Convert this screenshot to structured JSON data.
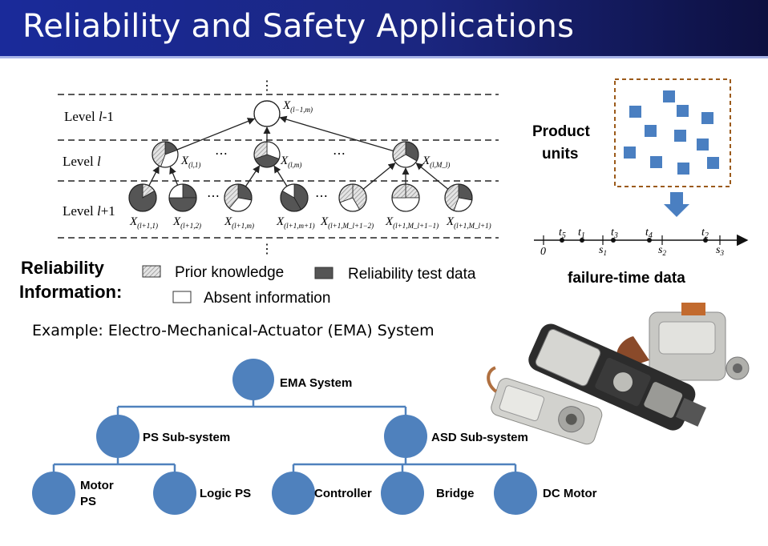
{
  "slide": {
    "title": "Reliability and Safety Applications"
  },
  "hierarchy": {
    "levels": [
      "Level l-1",
      "Level l",
      "Level l+1"
    ],
    "level_parts": [
      {
        "name": "Level ",
        "var": "l",
        "suffix": "-1"
      },
      {
        "name": "Level ",
        "var": "l",
        "suffix": ""
      },
      {
        "name": "Level ",
        "var": "l",
        "suffix": "+1"
      }
    ],
    "node_labels": {
      "top": {
        "var": "X",
        "sub": "(l−1,m)"
      },
      "mid": [
        {
          "var": "X",
          "sub": "(l,1)"
        },
        {
          "var": "X",
          "sub": "(l,m)"
        },
        {
          "var": "X",
          "sub": "(l,M_l)"
        }
      ],
      "bottom": [
        {
          "var": "X",
          "sub": "(l+1,1)"
        },
        {
          "var": "X",
          "sub": "(l+1,2)"
        },
        {
          "var": "X",
          "sub": "(l+1,m)"
        },
        {
          "var": "X",
          "sub": "(l+1,m+1)"
        },
        {
          "var": "X",
          "sub": "(l+1,M_l+1−2)"
        },
        {
          "var": "X",
          "sub": "(l+1,M_l+1−1)"
        },
        {
          "var": "X",
          "sub": "(l+1,M_l+1)"
        }
      ]
    },
    "ellipsis": "⋯",
    "vdots": "⋮"
  },
  "legend": {
    "heading_line1": "Reliability",
    "heading_line2": "Information:",
    "prior": "Prior knowledge",
    "test": "Reliability test data",
    "absent": "Absent information",
    "colors": {
      "prior_fill": "#d0d0d0",
      "test_fill": "#555555",
      "absent_fill": "#ffffff"
    }
  },
  "example": "Example: Electro-Mechanical-Actuator (EMA) System",
  "product": {
    "label_line1": "Product",
    "label_line2": "units",
    "square_color": "#4a7fc1",
    "box_border_color": "#9b5a1a"
  },
  "timeline": {
    "zero": "0",
    "caption": "failure-time data",
    "t_labels": [
      {
        "var": "t",
        "sub": "5"
      },
      {
        "var": "t",
        "sub": "1"
      },
      {
        "var": "t",
        "sub": "3"
      },
      {
        "var": "t",
        "sub": "4"
      },
      {
        "var": "t",
        "sub": "2"
      }
    ],
    "s_labels": [
      {
        "var": "s",
        "sub": "1"
      },
      {
        "var": "s",
        "sub": "2"
      },
      {
        "var": "s",
        "sub": "3"
      }
    ]
  },
  "ema_tree": {
    "node_color": "#4f81bd",
    "root": "EMA System",
    "ps": "PS Sub-system",
    "asd": "ASD Sub-system",
    "motor_ps_line1": "Motor",
    "motor_ps_line2": "PS",
    "logic_ps": "Logic PS",
    "controller": "Controller",
    "bridge": "Bridge",
    "dc_motor": "DC Motor"
  }
}
